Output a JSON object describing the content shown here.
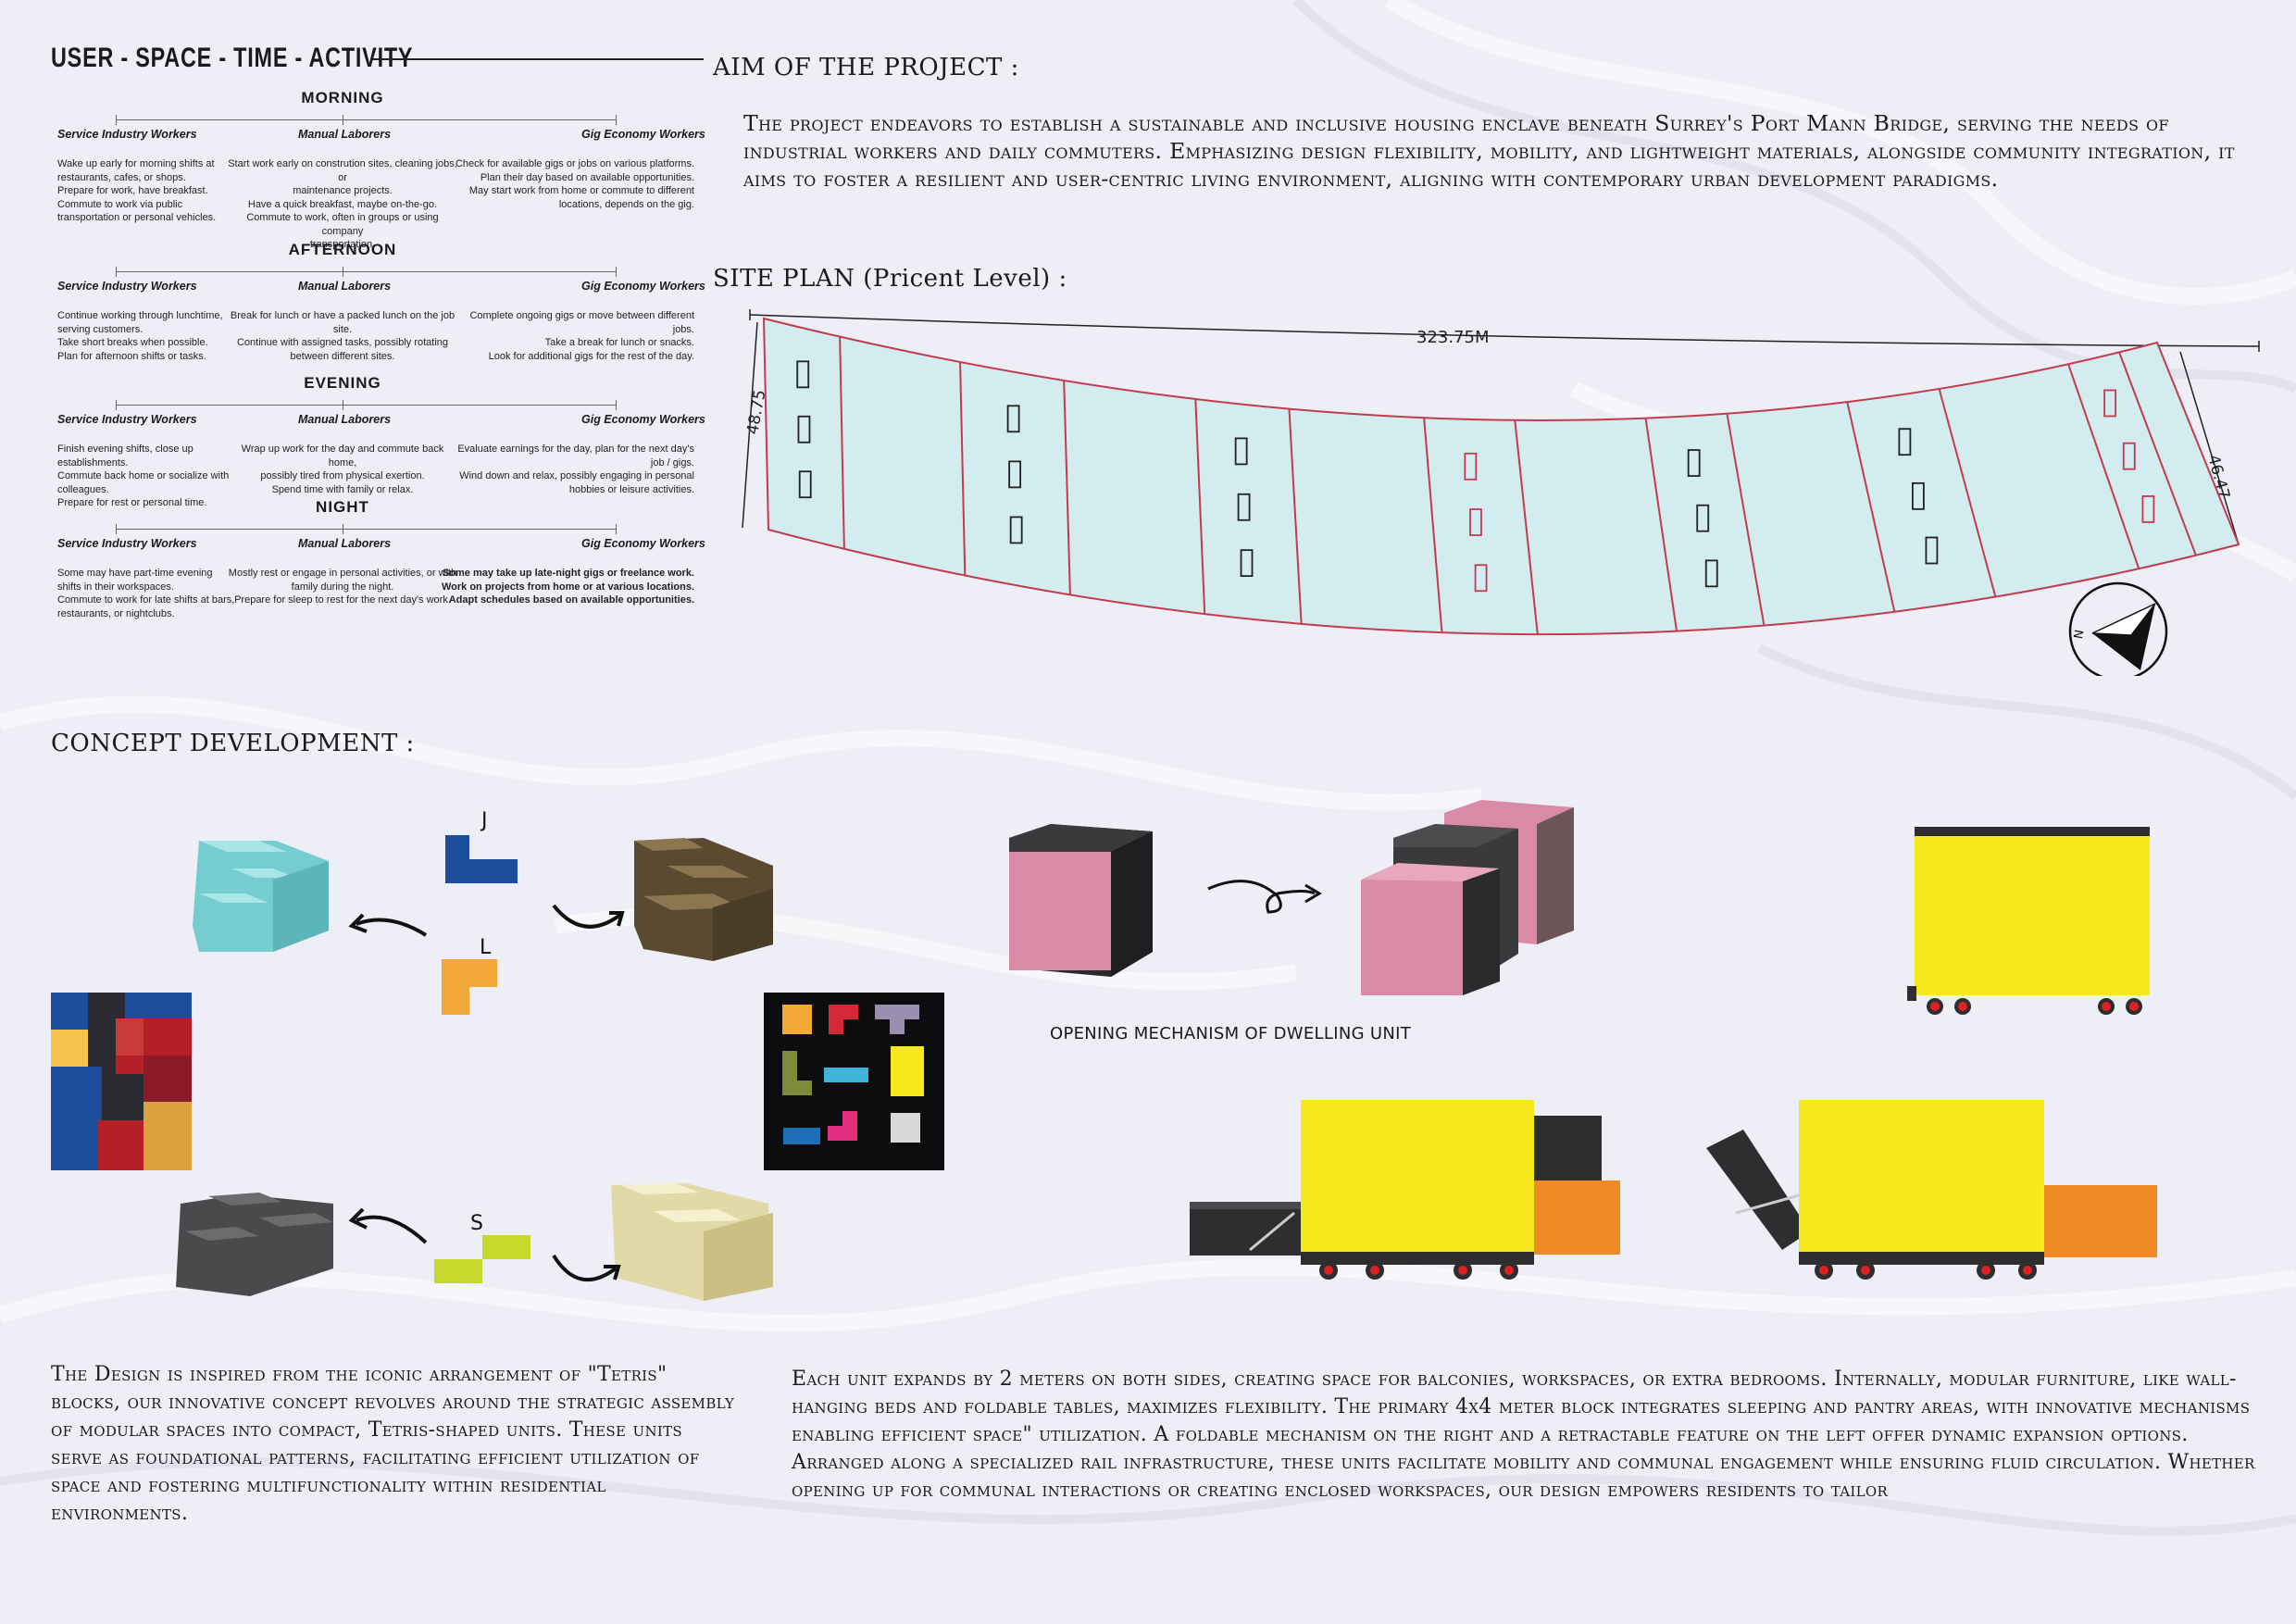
{
  "activity": {
    "title": "USER - SPACE - TIME - ACTIVITY",
    "periods": [
      {
        "name": "MORNING",
        "columns": [
          {
            "head": "Service Industry Workers",
            "text": "Wake up early for morning shifts at\nrestaurants, cafes, or shops.\nPrepare for work, have breakfast.\nCommute to work via public\ntransportation or personal vehicles."
          },
          {
            "head": "Manual Laborers",
            "text": "Start work early on constrution sites, cleaning jobs, or\nmaintenance projects.\nHave a quick breakfast, maybe on-the-go.\nCommute to work, often in groups or using company\ntransportation."
          },
          {
            "head": "Gig Economy Workers",
            "text": "Check for available gigs or jobs on various platforms.\nPlan their day based on available opportunities.\nMay start work from home or commute to different\nlocations, depends on the gig."
          }
        ]
      },
      {
        "name": "AFTERNOON",
        "columns": [
          {
            "head": "Service Industry Workers",
            "text": "Continue working through lunchtime,\nserving customers.\nTake short breaks when possible.\nPlan for afternoon shifts or tasks."
          },
          {
            "head": "Manual Laborers",
            "text": "Break for lunch or have a packed lunch on the job site.\nContinue with assigned tasks, possibly rotating\nbetween different sites."
          },
          {
            "head": "Gig Economy Workers",
            "text": "Complete ongoing gigs or move between different\njobs.\nTake a break for lunch or snacks.\nLook for additional gigs for the rest of the day."
          }
        ]
      },
      {
        "name": "EVENING",
        "columns": [
          {
            "head": "Service Industry Workers",
            "text": "Finish evening shifts, close up\nestablishments.\nCommute back home or socialize with\ncolleagues.\nPrepare for rest or personal time."
          },
          {
            "head": "Manual Laborers",
            "text": "Wrap up work for the day and commute back home,\npossibly tired from physical exertion.\nSpend time with family or relax."
          },
          {
            "head": "Gig Economy Workers",
            "text": "Evaluate earnings for the day, plan for the next day's\njob / gigs.\nWind down and relax, possibly engaging in personal\nhobbies or leisure activities."
          }
        ]
      },
      {
        "name": "NIGHT",
        "columns": [
          {
            "head": "Service Industry Workers",
            "text": "Some may have part-time evening\nshifts in their workspaces.\nCommute to work for late shifts at bars,\nrestaurants, or nightclubs."
          },
          {
            "head": "Manual Laborers",
            "text": "Mostly rest or engage in personal activities, or with\nfamily during the night.\nPrepare for sleep to rest for the next day's work."
          },
          {
            "head": "Gig Economy Workers",
            "text": "Some may take up late-night gigs or freelance work.\nWork on projects from home or at various locations.\nAdapt schedules based on available opportunities."
          }
        ]
      }
    ]
  },
  "aim": {
    "title": "AIM OF THE PROJECT :",
    "text": "The project endeavors to establish a sustainable and inclusive housing enclave beneath Surrey's Port Mann Bridge, serving the needs of industrial workers and daily commuters. Emphasizing design flexibility, mobility, and lightweight materials, alongside community integration, it aims to foster a resilient and user-centric living environment, aligning with contemporary urban development paradigms."
  },
  "site_plan": {
    "title": "SITE PLAN (Pricent Level) :",
    "length_dim": "323.75M",
    "left_dim": "48.75",
    "right_dim": "46.47",
    "north": "N",
    "colors": {
      "fill": "#d2ecf0",
      "outline": "#c23b4f",
      "column": "#222222",
      "pink_column": "#c23b4f"
    }
  },
  "concept": {
    "title": "CONCEPT DEVELOPMENT :",
    "pieces": {
      "j": "J",
      "l": "L",
      "s": "S"
    },
    "mechanism_caption": "OPENING MECHANISM OF DWELLING UNIT",
    "text": "The Design is inspired from the iconic arrangement of \"Tetris\" blocks, our innovative concept revolves around the strategic assembly of modular spaces into compact, Tetris-shaped units. These units serve as foundational patterns, facilitating efficient utilization of space and fostering multifunctionality within residential environments.",
    "unit_text": "Each unit expands by 2 meters on both sides, creating space for balconies, workspaces, or extra bedrooms. Internally, modular furniture, like wall-hanging beds and foldable tables, maximizes flexibility. The primary 4x4 meter block integrates sleeping and pantry areas, with innovative mechanisms enabling efficient space\" utilization. A foldable mechanism on the right and a retractable feature on the left offer dynamic expansion options.\nArranged along a specialized rail infrastructure, these units facilitate mobility and communal engagement while ensuring fluid circulation. Whether opening up for communal interactions or creating enclosed workspaces, our design empowers residents to tailor",
    "colors": {
      "yellow": "#f5e81c",
      "orange": "#f08a25",
      "pink": "#d98aa6",
      "dark": "#2e2e30",
      "cyan": "#86d6d8",
      "brown": "#6b5a3c",
      "cream": "#ece4b8",
      "blue": "#1c4e9c",
      "tetris_orange": "#f3a93a",
      "lime": "#c6d82a"
    }
  }
}
